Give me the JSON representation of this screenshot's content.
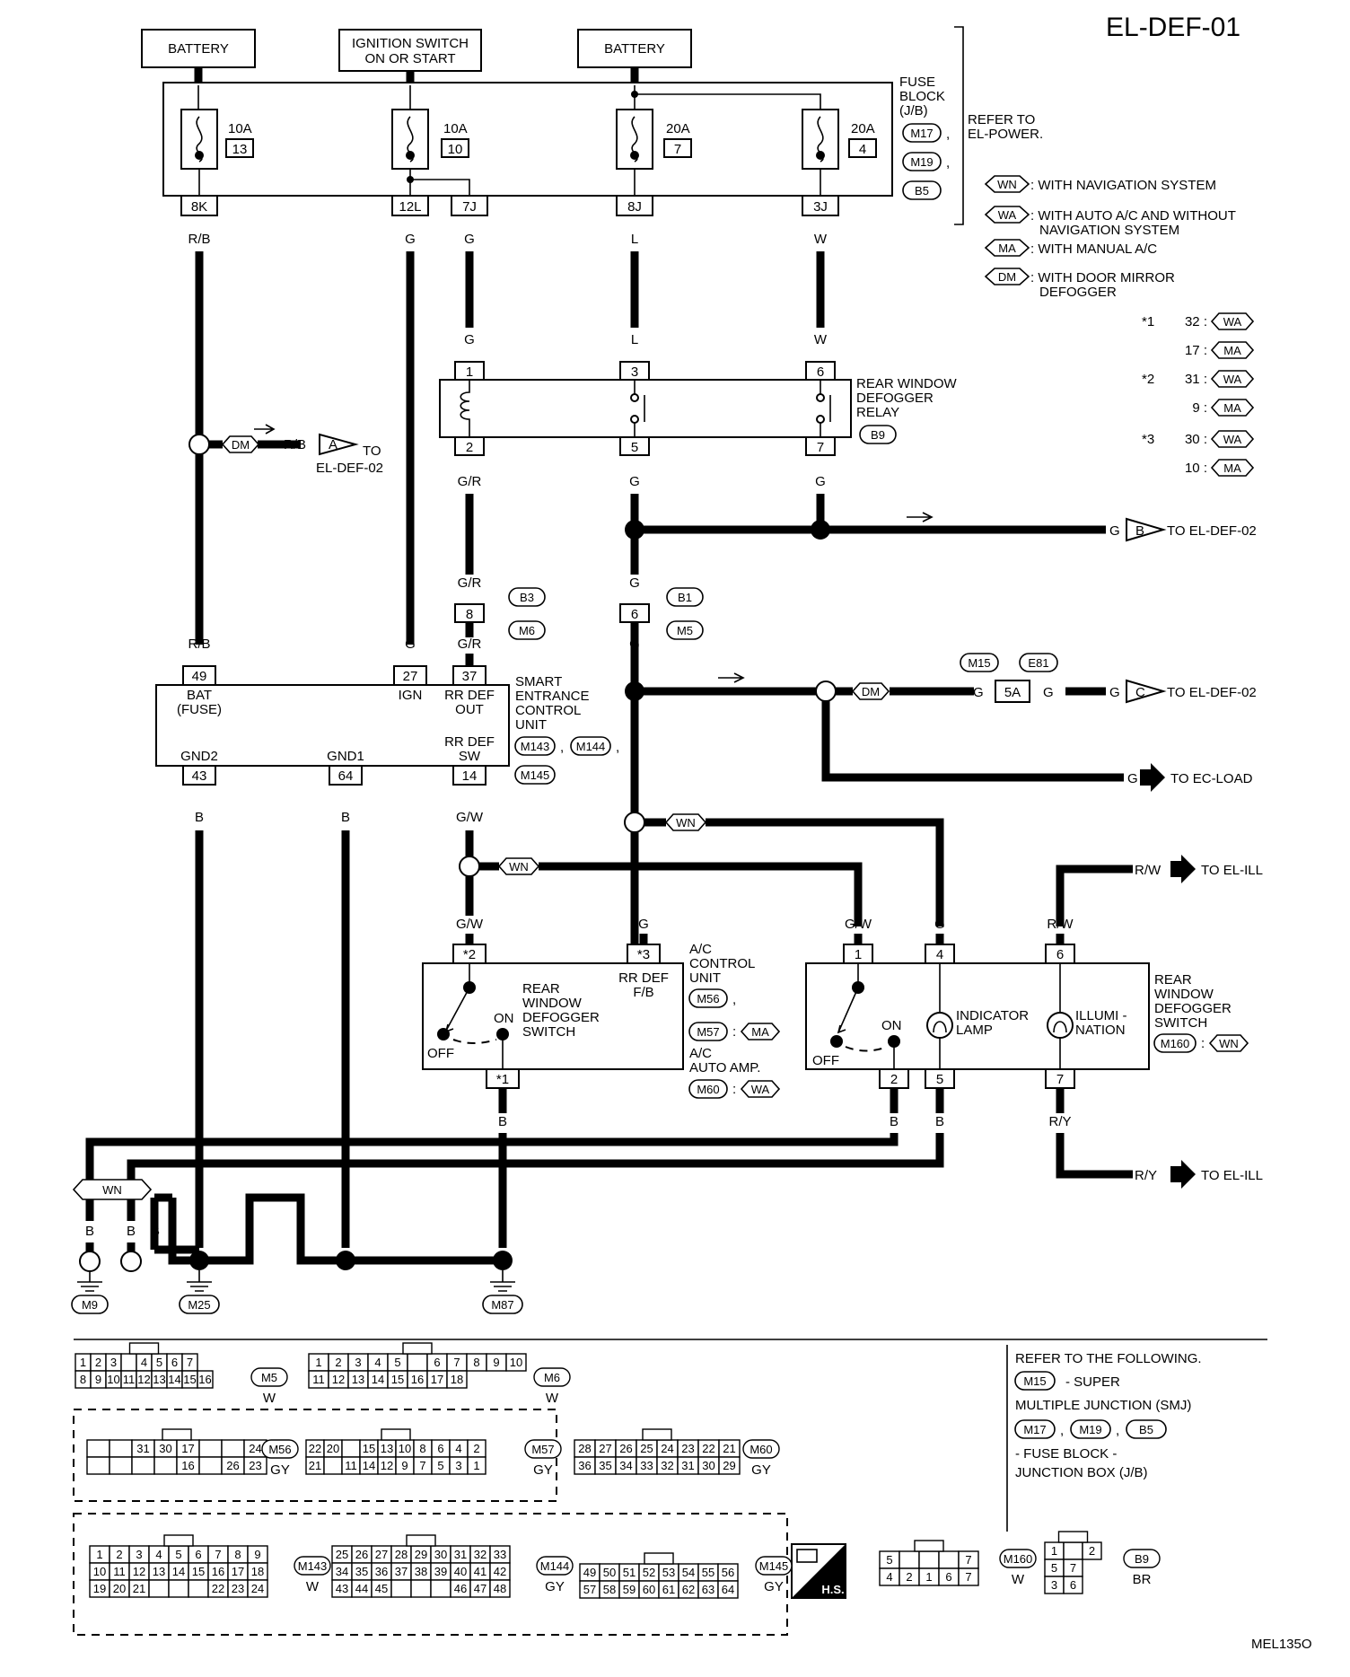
{
  "page_id": "EL-DEF-01",
  "figure_code": "MEL135O",
  "supplies": {
    "battery1": "BATTERY",
    "ignition": [
      "IGNITION SWITCH",
      "ON OR START"
    ],
    "battery2": "BATTERY"
  },
  "fuse_block": {
    "title": [
      "FUSE",
      "BLOCK",
      "(J/B)"
    ],
    "connectors": [
      "M17",
      "M19",
      "B5"
    ],
    "refer": [
      "REFER TO",
      "EL-POWER."
    ],
    "fuses": [
      {
        "amp": "10A",
        "num": "13"
      },
      {
        "amp": "10A",
        "num": "10"
      },
      {
        "amp": "20A",
        "num": "7"
      },
      {
        "amp": "20A",
        "num": "4"
      }
    ],
    "terminals": [
      "8K",
      "12L",
      "7J",
      "8J",
      "3J"
    ]
  },
  "legend": [
    {
      "code": "WN",
      "text": [
        ": WITH NAVIGATION SYSTEM"
      ]
    },
    {
      "code": "WA",
      "text": [
        ": WITH AUTO A/C AND WITHOUT",
        "NAVIGATION SYSTEM"
      ]
    },
    {
      "code": "MA",
      "text": [
        ": WITH MANUAL A/C"
      ]
    },
    {
      "code": "DM",
      "text": [
        ": WITH DOOR MIRROR",
        "DEFOGGER"
      ]
    }
  ],
  "notes": [
    {
      "mark": "*1",
      "rows": [
        {
          "val": "32 :",
          "code": "WA"
        },
        {
          "val": "17 :",
          "code": "MA"
        }
      ]
    },
    {
      "mark": "*2",
      "rows": [
        {
          "val": "31 :",
          "code": "WA"
        },
        {
          "val": "9 :",
          "code": "MA"
        }
      ]
    },
    {
      "mark": "*3",
      "rows": [
        {
          "val": "30 :",
          "code": "WA"
        },
        {
          "val": "10 :",
          "code": "MA"
        }
      ]
    }
  ],
  "wires": {
    "rb": "R/B",
    "g": "G",
    "l": "L",
    "w": "W",
    "gr": "G/R",
    "gw": "G/W",
    "b": "B",
    "rw": "R/W",
    "ry": "R/Y"
  },
  "relay": {
    "name": [
      "REAR WINDOW",
      "DEFOGGER",
      "RELAY"
    ],
    "conn": "B9",
    "pins_top": [
      "1",
      "3",
      "6"
    ],
    "pins_bottom": [
      "2",
      "5",
      "7"
    ]
  },
  "dm_branch": {
    "code": "DM",
    "wire": "R/B",
    "conn": "A",
    "to": [
      "TO",
      "EL-DEF-02"
    ]
  },
  "b_branch": {
    "wire": "G",
    "conn": "B",
    "to": "TO EL-DEF-02"
  },
  "c_branch": {
    "code": "DM",
    "conns": [
      "M15",
      "E81"
    ],
    "pin": "5A",
    "wire": "G",
    "conn": "C",
    "to": "TO EL-DEF-02"
  },
  "ec_load": {
    "wire": "G",
    "to": "TO EC-LOAD"
  },
  "harness": {
    "left": [
      "B3",
      "M6"
    ],
    "right": [
      "B1",
      "M5"
    ],
    "pin_left": "8",
    "pin_right": "6"
  },
  "secu": {
    "name": [
      "SMART",
      "ENTRANCE",
      "CONTROL",
      "UNIT"
    ],
    "conns": [
      "M143",
      "M144",
      "M145"
    ],
    "pins_top": [
      "49",
      "27",
      "37"
    ],
    "labels_top": [
      [
        "BAT",
        "(FUSE)"
      ],
      [
        "IGN"
      ],
      [
        "RR DEF",
        "OUT"
      ]
    ],
    "labels_bottom": [
      [
        "GND2"
      ],
      [
        "GND1"
      ],
      [
        "RR DEF",
        "SW"
      ]
    ],
    "pins_bottom": [
      "43",
      "64",
      "14"
    ]
  },
  "wn_tag": "WN",
  "ill_top": {
    "wire": "R/W",
    "to": "TO EL-ILL"
  },
  "ill_bottom": {
    "wire": "R/Y",
    "to": "TO EL-ILL"
  },
  "ac_switch": {
    "pins_top": [
      "*2",
      "*3"
    ],
    "inner": [
      "REAR",
      "WINDOW",
      "DEFOGGER",
      "SWITCH"
    ],
    "rrdef": [
      "RR DEF",
      "F/B"
    ],
    "on": "ON",
    "off": "OFF",
    "pin_bottom": "*1",
    "unit": [
      "A/C",
      "CONTROL",
      "UNIT"
    ],
    "unit_conns": [
      "M56",
      "M57",
      "MA"
    ],
    "amp": [
      "A/C",
      "AUTO AMP."
    ],
    "amp_conns": [
      "M60",
      "WA"
    ]
  },
  "rw_switch": {
    "pins_top": [
      "1",
      "4",
      "6"
    ],
    "pins_bottom": [
      "2",
      "5",
      "7"
    ],
    "on": "ON",
    "off": "OFF",
    "indicator": [
      "INDICATOR",
      "LAMP"
    ],
    "illumi": [
      "ILLUMI -",
      "NATION"
    ],
    "name": [
      "REAR",
      "WINDOW",
      "DEFOGGER",
      "SWITCH"
    ],
    "conns": [
      "M160",
      "WN"
    ]
  },
  "grounds": [
    "M9",
    "M25",
    "M87"
  ],
  "refer_box": {
    "title": "REFER TO THE FOLLOWING.",
    "l1": "- SUPER",
    "l2": "MULTIPLE JUNCTION (SMJ)",
    "l3": "- FUSE BLOCK -",
    "l4": "JUNCTION BOX (J/B)",
    "c1": "M15",
    "c2": [
      "M17",
      "M19",
      "B5"
    ]
  },
  "connector_views": [
    {
      "id": "M5",
      "color": "W",
      "row1": [
        "1",
        "2",
        "3",
        "",
        "4",
        "5",
        "6",
        "7"
      ],
      "row2": [
        "8",
        "9",
        "10",
        "11",
        "12",
        "13",
        "14",
        "15",
        "16"
      ]
    },
    {
      "id": "M6",
      "color": "W",
      "row1": [
        "1",
        "2",
        "3",
        "4",
        "5",
        "",
        "6",
        "7",
        "8",
        "9",
        "10"
      ],
      "row2": [
        "11",
        "12",
        "13",
        "14",
        "15",
        "16",
        "17",
        "18"
      ]
    },
    {
      "id": "M56",
      "color": "GY",
      "row1": [
        "",
        "",
        "31",
        "30",
        "17",
        "",
        "",
        "24"
      ],
      "row2": [
        "",
        "",
        "",
        "",
        "16",
        "",
        "26",
        "23"
      ]
    },
    {
      "id": "M57",
      "color": "GY",
      "row1": [
        "22",
        "20",
        "",
        "15",
        "13",
        "10",
        "8",
        "6",
        "4",
        "2"
      ],
      "row2": [
        "21",
        "",
        "11",
        "14",
        "12",
        "9",
        "7",
        "5",
        "3",
        "1"
      ]
    },
    {
      "id": "M60",
      "color": "GY",
      "row1": [
        "28",
        "27",
        "26",
        "25",
        "24",
        "23",
        "22",
        "21"
      ],
      "row2": [
        "36",
        "35",
        "34",
        "33",
        "32",
        "31",
        "30",
        "29"
      ]
    },
    {
      "id": "M143",
      "color": "W",
      "row1": [
        "1",
        "2",
        "3",
        "4",
        "5",
        "6",
        "7",
        "8",
        "9"
      ],
      "row2": [
        "10",
        "11",
        "12",
        "13",
        "14",
        "15",
        "16",
        "17",
        "18"
      ],
      "row3": [
        "19",
        "20",
        "21",
        "",
        "",
        "",
        "22",
        "23",
        "24"
      ]
    },
    {
      "id": "M144",
      "color": "GY",
      "row1": [
        "25",
        "26",
        "27",
        "28",
        "29",
        "30",
        "31",
        "32",
        "33"
      ],
      "row2": [
        "34",
        "35",
        "36",
        "37",
        "38",
        "39",
        "40",
        "41",
        "42"
      ],
      "row3": [
        "43",
        "44",
        "45",
        "",
        "",
        "",
        "46",
        "47",
        "48"
      ]
    },
    {
      "id": "M145",
      "color": "GY",
      "row1": [
        "49",
        "50",
        "51",
        "52",
        "53",
        "54",
        "55",
        "56"
      ],
      "row2": [
        "57",
        "58",
        "59",
        "60",
        "61",
        "62",
        "63",
        "64"
      ]
    },
    {
      "id": "M160",
      "color": "W",
      "row1": [
        "5",
        "",
        "",
        "",
        "7"
      ],
      "row2": [
        "4",
        "2",
        "1",
        "6",
        "7"
      ]
    },
    {
      "id": "B9",
      "color": "BR",
      "row1": [
        "1",
        "",
        "2"
      ],
      "row2": [
        "5",
        "7"
      ],
      "row3": [
        "3",
        "6"
      ]
    }
  ],
  "hs": "H.S."
}
